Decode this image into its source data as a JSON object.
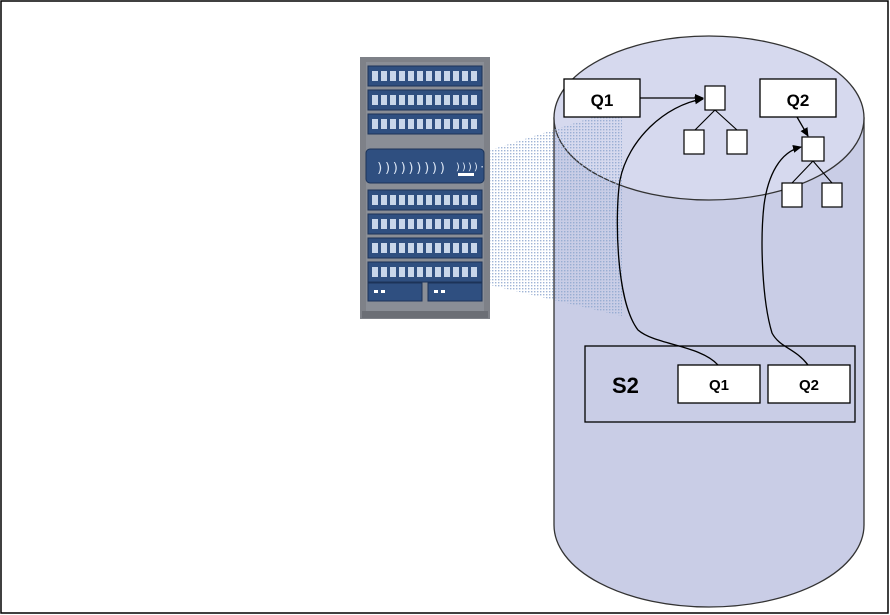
{
  "diagram": {
    "top_queries": [
      "Q1",
      "Q2"
    ],
    "store_label": "S2",
    "store_queries": [
      "Q1",
      "Q2"
    ],
    "server_icon": "server-rack-icon",
    "cylinder_icon": "database-cylinder-icon",
    "colors": {
      "cylinder_fill": "#c9cde6",
      "cylinder_top": "#d4d7ec",
      "rack_body": "#7e8188",
      "rack_panel": "#2f4f80",
      "rack_light": "#c8d6ea",
      "beam": "#9bb0d2"
    }
  }
}
